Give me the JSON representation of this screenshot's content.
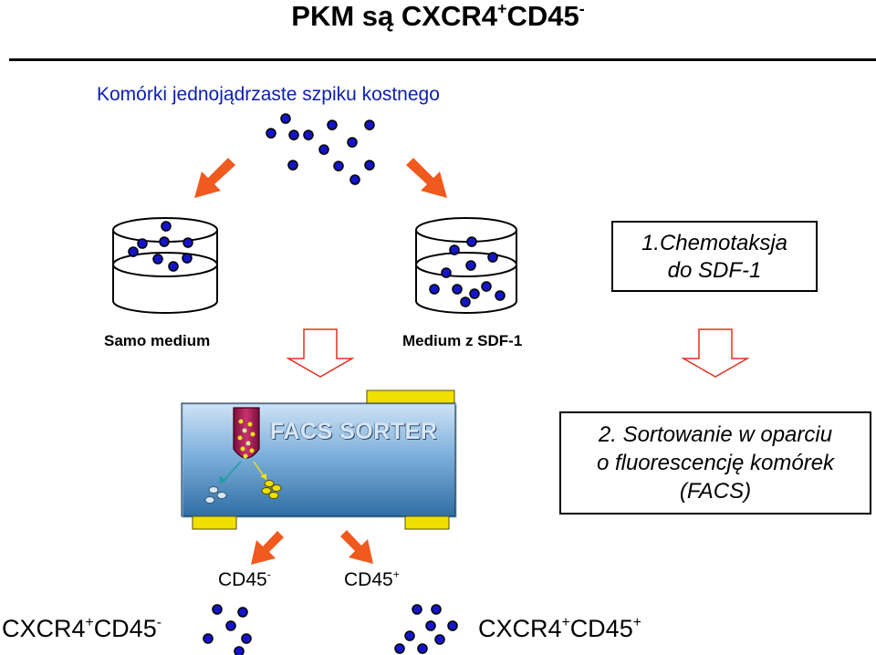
{
  "title": {
    "main": "PKM są CXCR4",
    "sup1": "+",
    "mid": "CD45",
    "sup2": "-"
  },
  "subtitle": "Komórki jednojądrzaste szpiku kostnego",
  "dishes": {
    "left_label": "Samo medium",
    "right_label": "Medium z SDF-1"
  },
  "step1": {
    "line1": "1.Chemotaksja",
    "line2": "do SDF-1"
  },
  "sorter": {
    "label": "FACS SORTER"
  },
  "step2": {
    "line1": "2. Sortowanie w oparciu",
    "line2": "o fluorescencję komórek",
    "line3": "(FACS)"
  },
  "outputs": {
    "cd45_neg": {
      "text": "CD45",
      "sup": "-"
    },
    "cd45_pos": {
      "text": "CD45",
      "sup": "+"
    },
    "result_left": {
      "a": "CXCR4",
      "a_sup": "+",
      "b": "CD45",
      "b_sup": "-"
    },
    "result_right": {
      "a": "CXCR4",
      "a_sup": "+",
      "b": "CD45",
      "b_sup": "+"
    }
  },
  "colors": {
    "cell_fill": "#1414c8",
    "cell_stroke": "#000000",
    "arrow_orange": "#f05a1e",
    "subtitle_blue": "#0b1fb0",
    "sorter_top": "#cfe3f5",
    "sorter_bottom": "#3a78a8",
    "tube": "#b01e5a",
    "yellow": "#f0e000"
  }
}
